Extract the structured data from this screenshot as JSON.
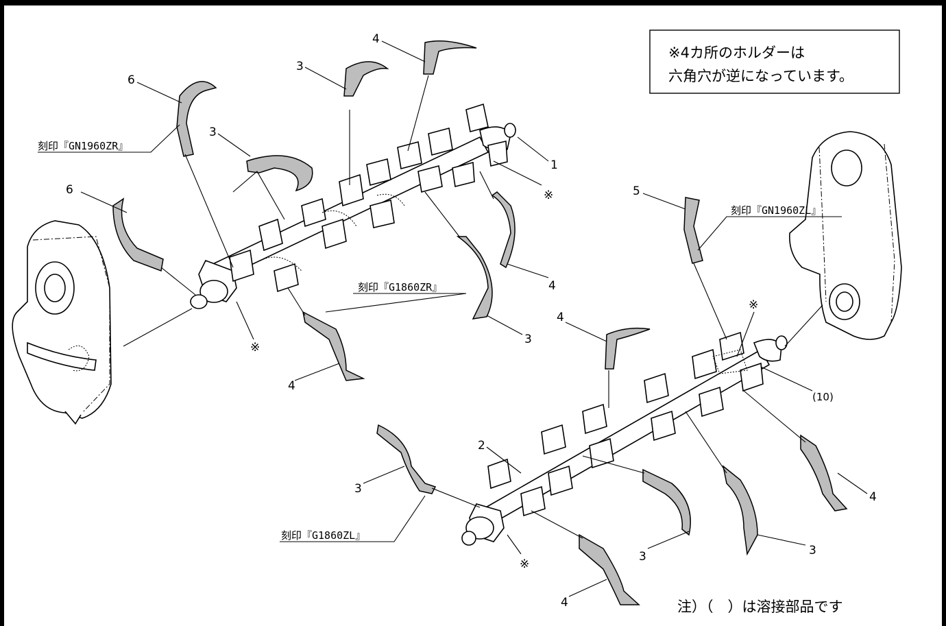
{
  "note_box": {
    "line1": "※4カ所のホルダーは",
    "line2": "六角穴が逆になっています。"
  },
  "footnote": "注）（　）は溶接部品です",
  "stamps": {
    "gn1960zr": "刻印『GN1960ZR』",
    "gn1960zl": "刻印『GN1960ZL』",
    "g1860zr": "刻印『G1860ZR』",
    "g1860zl": "刻印『G1860ZL』"
  },
  "callouts": {
    "c1": "1",
    "c2": "2",
    "c3a": "3",
    "c3b": "3",
    "c3c": "3",
    "c3d": "3",
    "c3e": "3",
    "c3f": "3",
    "c4a": "4",
    "c4b": "4",
    "c4c": "4",
    "c4d": "4",
    "c4e": "4",
    "c4f": "4",
    "c5": "5",
    "c6a": "6",
    "c6b": "6",
    "c10": "(10)",
    "m1": "※",
    "m2": "※",
    "m3": "※",
    "m4": "※"
  }
}
